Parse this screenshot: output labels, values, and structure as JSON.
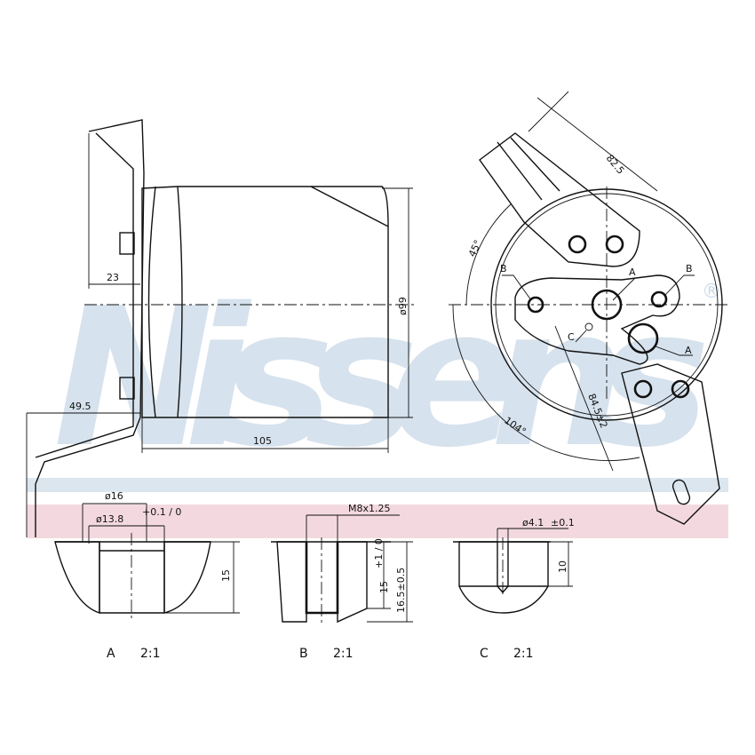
{
  "watermark": {
    "brand": "Nissens",
    "registered": "®",
    "color": "#c9d9e8",
    "band_colors": [
      "#dbe6ef",
      "#f3d9df"
    ]
  },
  "side_view": {
    "dim_bracket_offset": "23",
    "dim_bracket_length": "49.5",
    "dim_length": "105",
    "dim_diameter": "ø99"
  },
  "top_view": {
    "dim_bracket_top": "82.5",
    "angle_top": "45°",
    "angle_bottom": "104°",
    "dim_bracket_bottom": "84.5±2",
    "callouts": [
      "B",
      "B",
      "A",
      "A",
      "C"
    ]
  },
  "details": [
    {
      "label": "A",
      "scale": "2:1",
      "dim_outer": "ø16",
      "dim_inner": "ø13.8",
      "tol_inner": "+0.1 / 0",
      "dim_depth": "15"
    },
    {
      "label": "B",
      "scale": "2:1",
      "dim_thread": "M8x1.25",
      "dim_depth": "15",
      "tol_depth": "+1 / 0",
      "dim_total": "16.5±0.5"
    },
    {
      "label": "C",
      "scale": "2:1",
      "dim_hole": "ø4.1",
      "tol_hole": "±0.1",
      "dim_depth": "10"
    }
  ]
}
